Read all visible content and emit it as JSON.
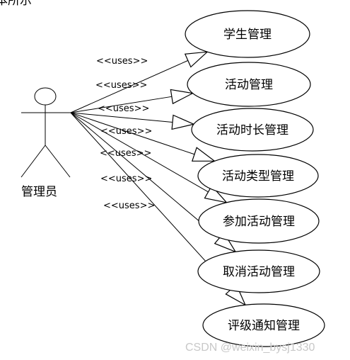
{
  "top_fragment": "本所示",
  "actor": {
    "name": "管理员",
    "icon": "stick-figure-icon"
  },
  "relationship_label": "<<uses>>",
  "use_cases": [
    {
      "label": "学生管理"
    },
    {
      "label": "活动管理"
    },
    {
      "label": "活动时长管理"
    },
    {
      "label": "活动类型管理"
    },
    {
      "label": "参加活动管理"
    },
    {
      "label": "取消活动管理"
    },
    {
      "label": "评级通知管理"
    }
  ],
  "watermark": "CSDN @weixin_bysj1330"
}
